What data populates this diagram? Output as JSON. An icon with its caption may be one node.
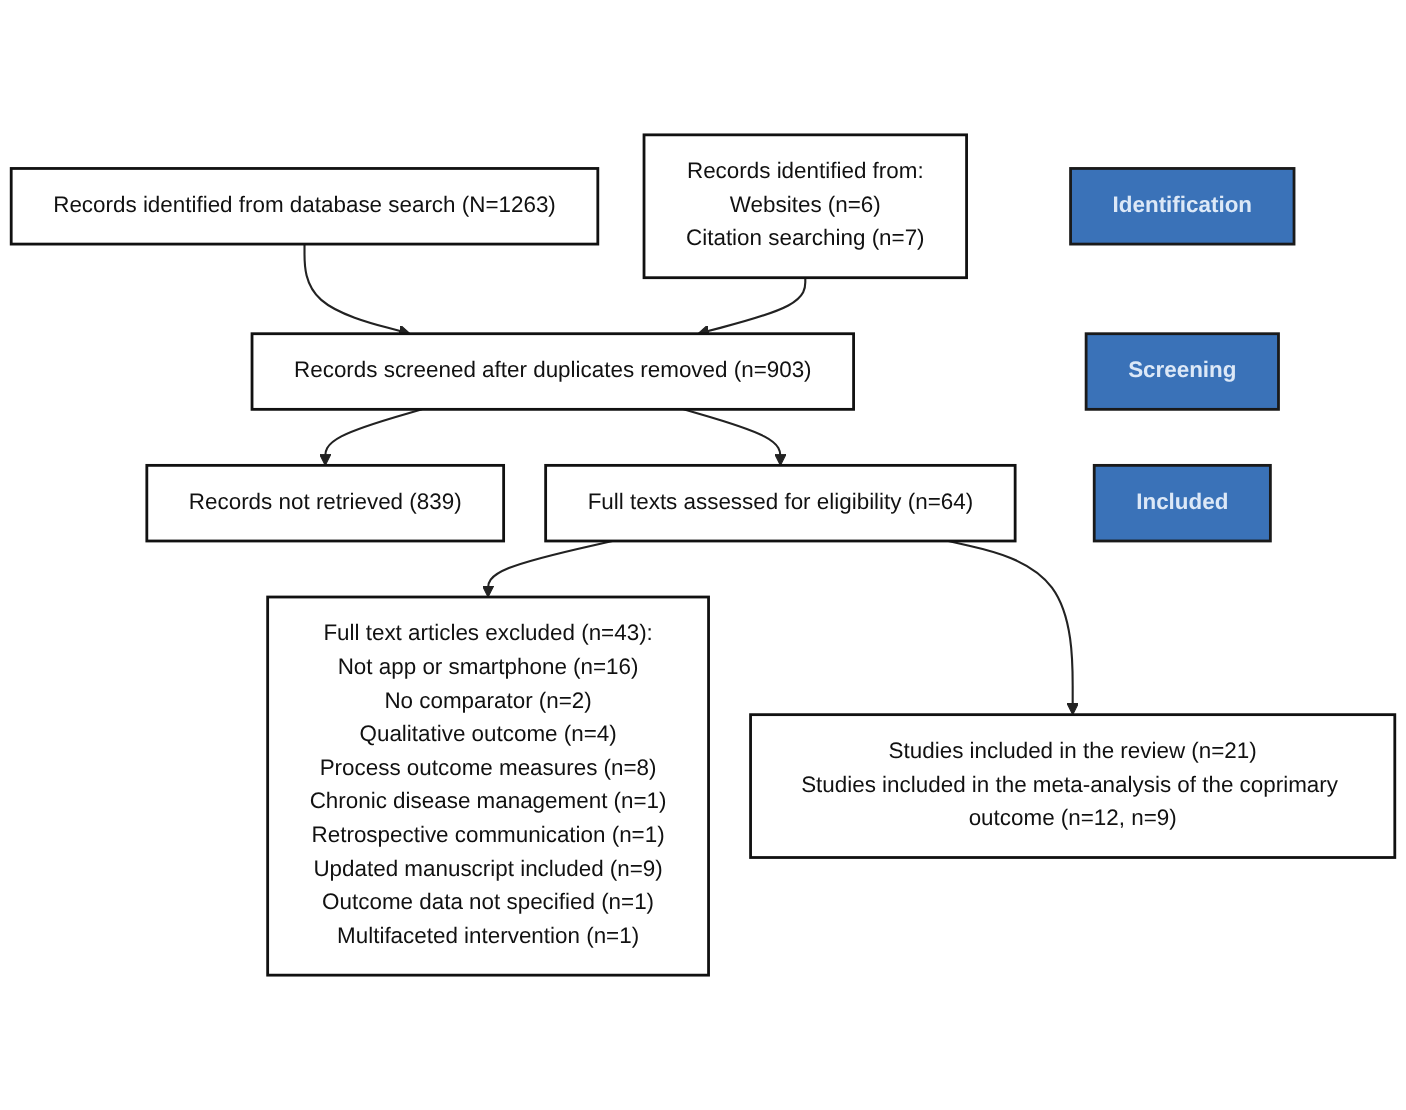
{
  "diagram": {
    "nodes": [
      {
        "text": [
          "Identification"
        ]
      },
      {
        "text": [
          "Records identified from database search (N=1263)"
        ]
      },
      {
        "text": [
          "Records identified from:",
          "Websites (n=6)",
          "Citation searching (n=7)"
        ]
      },
      {
        "text": [
          "Screening"
        ]
      },
      {
        "text": [
          "Records screened after duplicates removed (n=903)"
        ]
      },
      {
        "text": [
          "Records not retrieved (839)"
        ]
      },
      {
        "text": [
          "Full texts assessed for eligibility (n=64)"
        ]
      },
      {
        "text": [
          "Full text articles excluded (n=43):",
          "Not app or smartphone (n=16)",
          "No comparator (n=2)",
          "Qualitative outcome (n=4)",
          "Process outcome measures (n=8)",
          "Chronic disease management (n=1)",
          "Retrospective communication (n=1)",
          "Updated manuscript included (n=9)",
          "Outcome data not specified (n=1)",
          "Multifaceted intervention (n=1)"
        ]
      },
      {
        "text": [
          "Included"
        ]
      },
      {
        "text": [
          "Studies included in the review (n=21)",
          "Studies included in the meta-analysis of the coprimary outcome (n=12, n=9)"
        ]
      }
    ],
    "edges": [
      {
        "from": 1,
        "to": 4,
        "arrow": "to"
      },
      {
        "from": 2,
        "to": 4,
        "arrow": "to"
      },
      {
        "from": 4,
        "to": 5,
        "arrow": "to"
      },
      {
        "from": 4,
        "to": 6,
        "arrow": "to"
      },
      {
        "from": 6,
        "to": 7,
        "arrow": "to"
      },
      {
        "from": 6,
        "to": 9,
        "arrow": "to"
      }
    ]
  }
}
